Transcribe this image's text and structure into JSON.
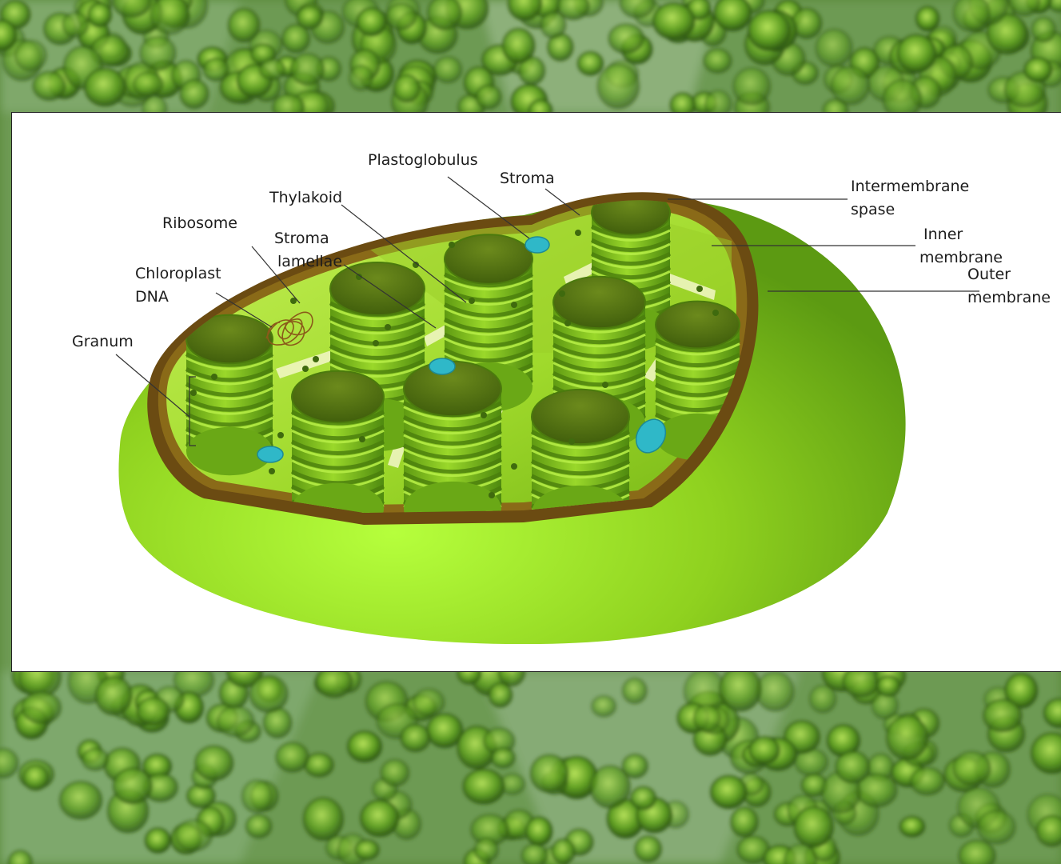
{
  "labels": {
    "plastoglobulus": "Plastoglobulus",
    "stroma": "Stroma",
    "thylakoid": "Thylakoid",
    "ribosome": "Ribosome",
    "stroma_lamellae_1": "Stroma",
    "stroma_lamellae_2": "lamellae",
    "chloroplast_dna_1": "Chloroplast",
    "chloroplast_dna_2": "DNA",
    "granum": "Granum",
    "intermembrane_1": "Intermembrane",
    "intermembrane_2": "spase",
    "inner_1": "Inner",
    "inner_2": "membrane",
    "outer_1": "Outer",
    "outer_2": "membrane"
  },
  "colors": {
    "outer_membrane": "#8fd11f",
    "inner_wall": "#6b4b12",
    "stroma": "#a8dd2c",
    "granum": "#7fbf1c",
    "plastoglobulus": "#2fb8c8",
    "photo_background": "#4f8a25"
  }
}
